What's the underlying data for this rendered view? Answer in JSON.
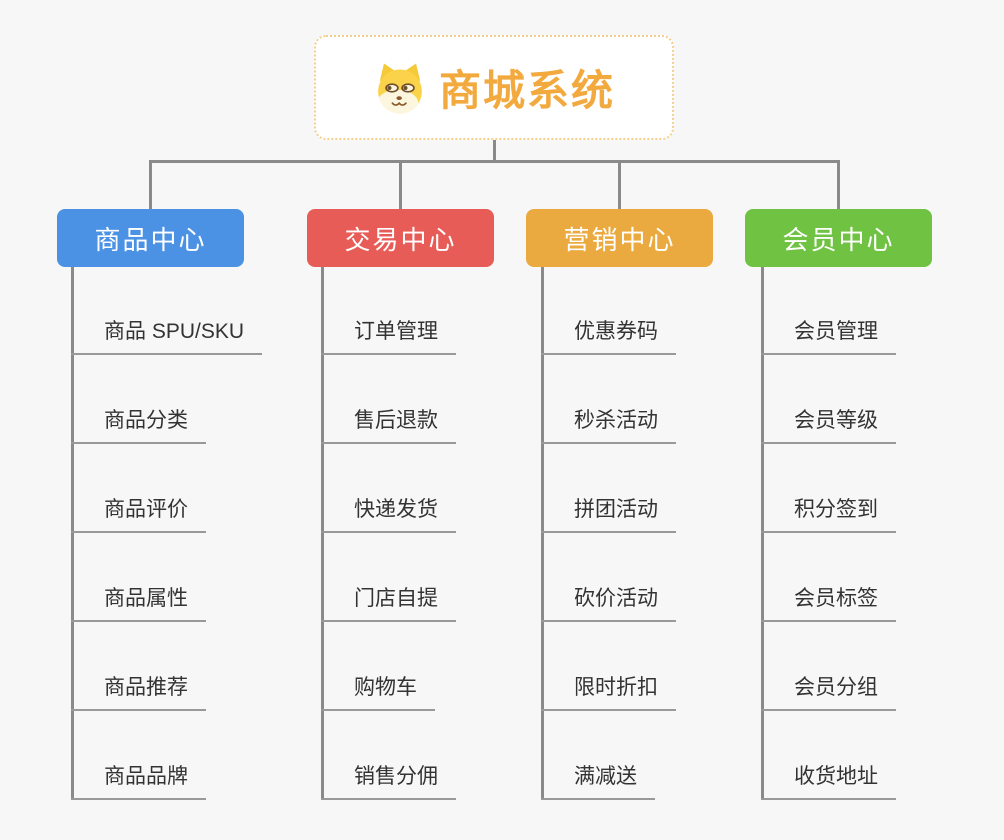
{
  "root": {
    "title": "商城系统",
    "icon": "shiba-dog-icon"
  },
  "branches": [
    {
      "label": "商品中心",
      "color": "#4b92e5",
      "items": [
        "商品 SPU/SKU",
        "商品分类",
        "商品评价",
        "商品属性",
        "商品推荐",
        "商品品牌"
      ]
    },
    {
      "label": "交易中心",
      "color": "#e85c57",
      "items": [
        "订单管理",
        "售后退款",
        "快递发货",
        "门店自提",
        "购物车",
        "销售分佣"
      ]
    },
    {
      "label": "营销中心",
      "color": "#ebaa3f",
      "items": [
        "优惠券码",
        "秒杀活动",
        "拼团活动",
        "砍价活动",
        "限时折扣",
        "满减送"
      ]
    },
    {
      "label": "会员中心",
      "color": "#6fc242",
      "items": [
        "会员管理",
        "会员等级",
        "积分签到",
        "会员标签",
        "会员分组",
        "收货地址"
      ]
    }
  ],
  "theme": {
    "canvas_bg": "#f7f7f7",
    "connector_color": "#8a8a8a",
    "underline_color": "#999999",
    "item_text_color": "#333333",
    "root_text_color": "#f2a93e",
    "root_border_color": "#f3cf8e",
    "root_bg": "#ffffff"
  }
}
